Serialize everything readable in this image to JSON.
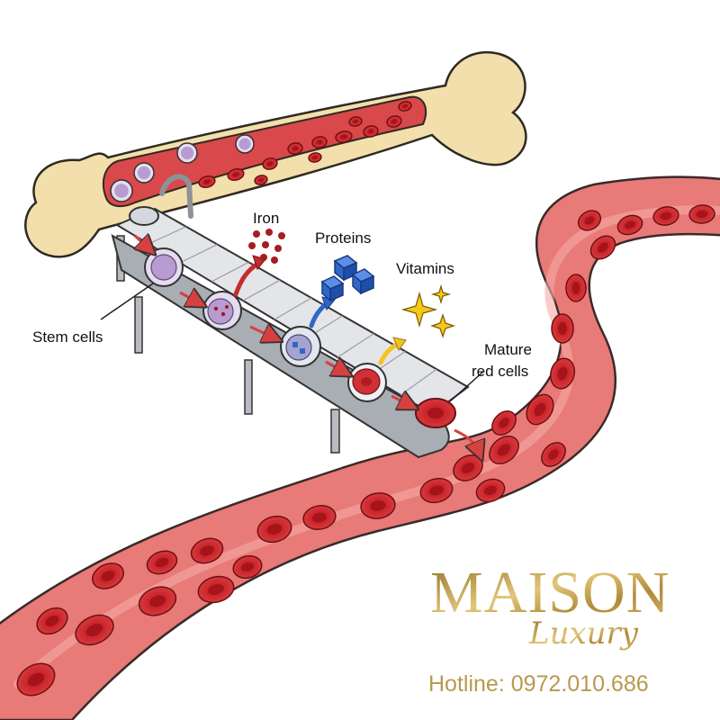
{
  "labels": {
    "stem_cells": "Stem cells",
    "iron": "Iron",
    "proteins": "Proteins",
    "vitamins": "Vitamins",
    "mature_line1": "Mature",
    "mature_line2": "red cells"
  },
  "brand": {
    "name": "MAISON",
    "tagline": "Luxury",
    "hotline": "Hotline: 0972.010.686"
  },
  "colors": {
    "bone": "#f3dfac",
    "vessel": "#e87a78",
    "red_cell": "#c9252b",
    "stem_cell": "#b79bd1",
    "protein_block": "#2f67c9",
    "vitamin_spark": "#f6c919",
    "gold": "#c2a14d"
  },
  "icons": {
    "iron": "iron-dots-icon",
    "proteins": "protein-blocks-icon",
    "vitamins": "sparkle-icon"
  }
}
